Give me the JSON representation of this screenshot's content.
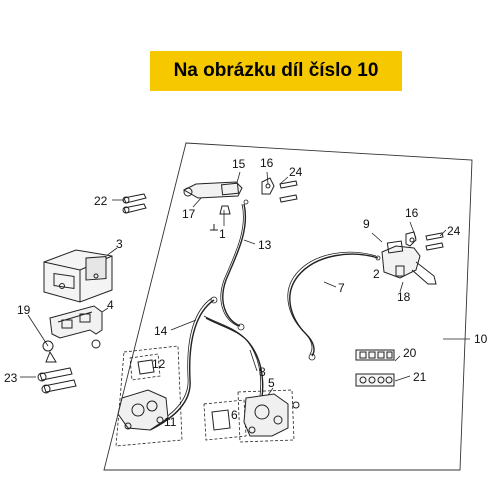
{
  "banner": {
    "text": "Na obrázku díl číslo 10",
    "color": "#f5c800"
  },
  "callouts": {
    "c1": "1",
    "c2": "2",
    "c3": "3",
    "c4": "4",
    "c5": "5",
    "c6": "6",
    "c7": "7",
    "c8": "8",
    "c9": "9",
    "c10": "10",
    "c11": "11",
    "c12": "12",
    "c13": "13",
    "c14": "14",
    "c15": "15",
    "c16a": "16",
    "c16b": "16",
    "c17": "17",
    "c18": "18",
    "c19": "19",
    "c20": "20",
    "c21": "21",
    "c22": "22",
    "c23": "23",
    "c24a": "24",
    "c24b": "24"
  }
}
